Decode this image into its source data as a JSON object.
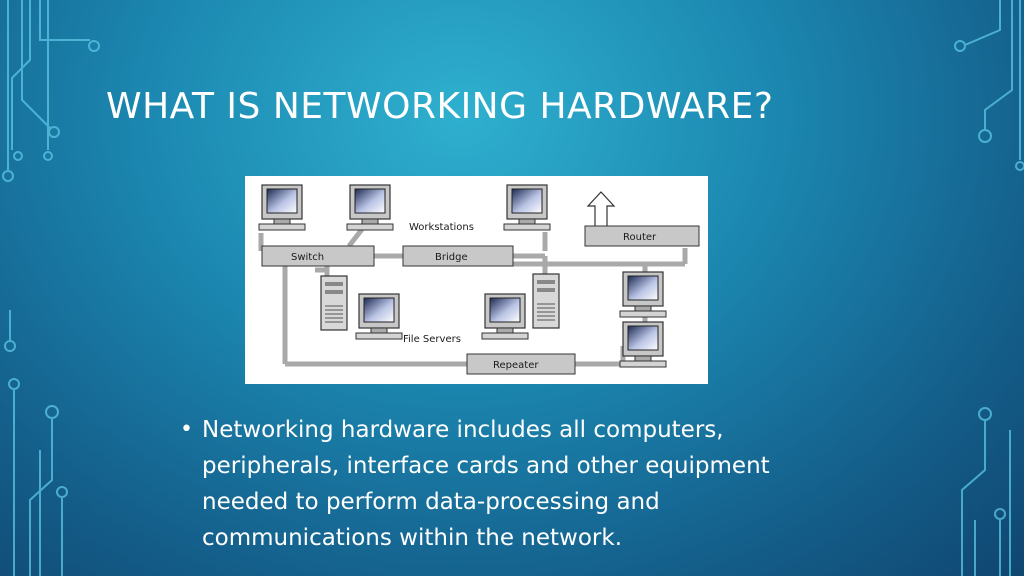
{
  "slide": {
    "title": "What is Networking Hardware?",
    "bullets": [
      {
        "text": "Networking hardware includes all computers, peripherals, interface cards and other equipment needed to perform data-processing and communications within the network."
      }
    ]
  },
  "diagram": {
    "labels": {
      "workstations": "Workstations",
      "switch": "Switch",
      "bridge": "Bridge",
      "router": "Router",
      "file_servers": "File Servers",
      "repeater": "Repeater"
    }
  },
  "colors": {
    "background": "#1b87b0",
    "text": "#ffffff",
    "circuit": "#58c7e6"
  }
}
